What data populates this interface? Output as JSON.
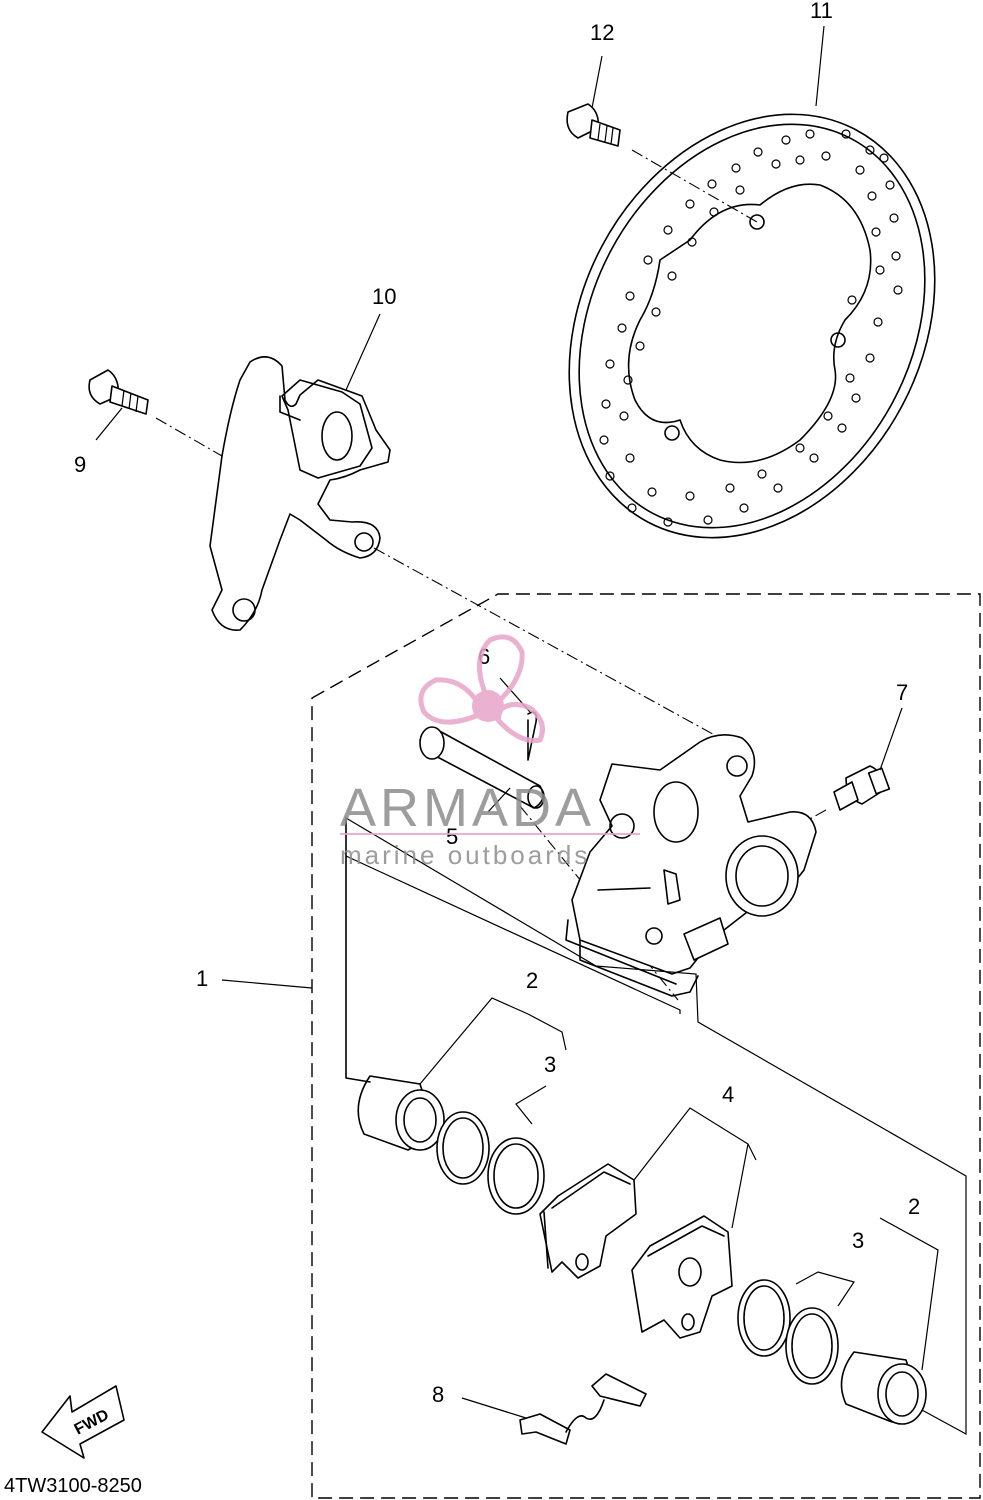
{
  "diagram": {
    "part_code": "4TW3100-8250",
    "callouts": {
      "c1": "1",
      "c2a": "2",
      "c2b": "2",
      "c3a": "3",
      "c3b": "3",
      "c4": "4",
      "c5": "5",
      "c6": "6",
      "c7": "7",
      "c8": "8",
      "c9": "9",
      "c10": "10",
      "c11": "11",
      "c12": "12"
    },
    "direction_arrow": "FWD"
  },
  "watermark": {
    "brand": "ARMADA",
    "tagline": "marine outboards",
    "logo_color": "#e7a4c9",
    "text_color": "#8c8c8c"
  }
}
